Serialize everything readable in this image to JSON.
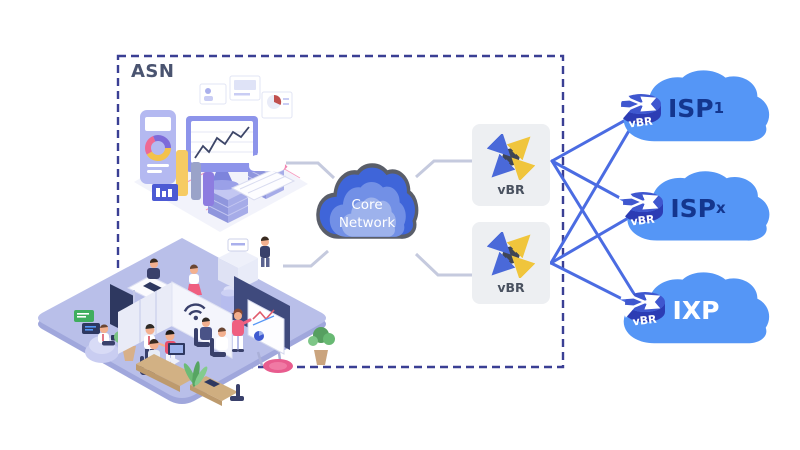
{
  "asn": {
    "label": "ASN",
    "vbr_boxes": [
      {
        "label": "vBR"
      },
      {
        "label": "vBR"
      }
    ]
  },
  "core_network": {
    "line1": "Core",
    "line2": "Network"
  },
  "external_networks": [
    {
      "label": "ISP",
      "subscript": "1",
      "router_label": "vBR"
    },
    {
      "label": "ISP",
      "subscript": "x",
      "router_label": "vBR"
    },
    {
      "label": "IXP",
      "subscript": "",
      "router_label": "vBR"
    }
  ],
  "icons": {
    "vbr_box_icon": "router-crossed-arrows",
    "cloud_router_icon": "router-cylinder-arrows",
    "wifi_icon": "wifi-waves"
  },
  "colors": {
    "dashed_border": "#3a3f94",
    "external_cloud_blue": "#5596f6",
    "core_cloud_outer": "#3f65d9",
    "core_cloud_middle": "#7290e6",
    "core_cloud_inner": "#9db2ec",
    "core_cloud_outline": "#5a5e69",
    "mesh_line_blue": "#4b6ce2",
    "connector_gray": "#c5cade",
    "router_cylinder_top": "#3f57cf",
    "router_cylinder_side": "#2c3cb4",
    "vbr_box_bg": "#edeff2",
    "arrow_blue": "#4a69d9",
    "arrow_yellow": "#f0c53c",
    "isp_label_navy": "#14368e"
  }
}
